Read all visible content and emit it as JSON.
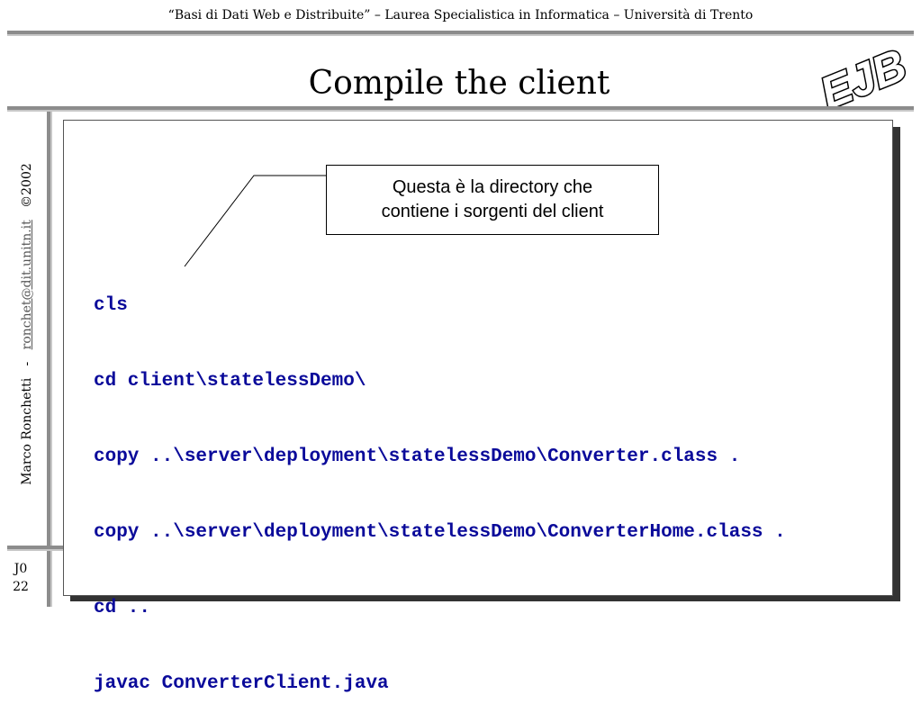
{
  "header": {
    "course_line": "“Basi di Dati Web e Distribuite” – Laurea Specialistica in Informatica – Università di Trento"
  },
  "slide": {
    "title": "Compile the client",
    "logo_text": "EJB",
    "id_prefix": "J0",
    "page_number": "22"
  },
  "sidebar": {
    "author": "Marco Ronchetti",
    "separator": "-",
    "email": "ronchet@dit.unitn.it",
    "copyright": "©2002"
  },
  "callout": {
    "line1": "Questa è la directory che",
    "line2": "contiene i sorgenti del client"
  },
  "code": {
    "lines": [
      "cls",
      "cd client\\statelessDemo\\",
      "copy ..\\server\\deployment\\statelessDemo\\Converter.class .",
      "copy ..\\server\\deployment\\statelessDemo\\ConverterHome.class .",
      "cd ..",
      "javac ConverterClient.java"
    ]
  },
  "colors": {
    "code_text": "#0a0a9a",
    "rules": "#8c8c8c"
  }
}
